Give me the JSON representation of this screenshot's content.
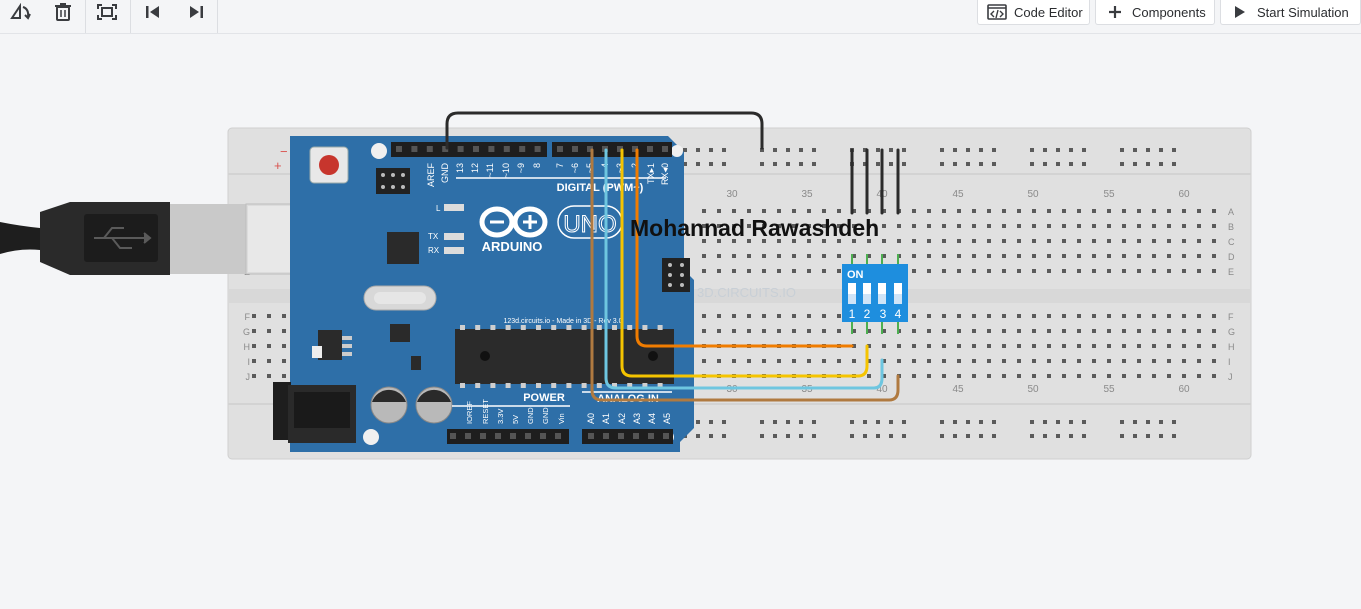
{
  "toolbar": {
    "rotate_icon": "rotate-icon",
    "delete_icon": "trash-icon",
    "fit_icon": "fit-to-view-icon",
    "prev_icon": "skip-back-icon",
    "next_icon": "skip-forward-icon",
    "code_editor_label": "Code Editor",
    "components_label": "Components",
    "start_simulation_label": "Start Simulation"
  },
  "canvas": {
    "author_label": "Mohannad Rawashdeh",
    "watermark": "3D.CIRCUITS.IO"
  },
  "arduino": {
    "brand": "ARDUINO",
    "model": "UNO",
    "digital_label": "DIGITAL (PWM~)",
    "power_label": "POWER",
    "analog_label": "ANALOG IN",
    "made_in": "123d.circuits.io - Made in 3D - Rev 3.0",
    "led_l": "L",
    "led_tx": "TX",
    "led_rx": "RX",
    "header_top": [
      "AREF",
      "GND",
      "13",
      "12",
      "~11",
      "~10",
      "~9",
      "8",
      "",
      "7",
      "~6",
      "~5",
      "4",
      "~3",
      "2",
      "TX▸1",
      "RX◂0"
    ],
    "header_power": [
      "IOREF",
      "RESET",
      "3.3V",
      "5V",
      "GND",
      "GND",
      "Vin"
    ],
    "header_analog": [
      "A0",
      "A1",
      "A2",
      "A3",
      "A4",
      "A5"
    ]
  },
  "breadboard": {
    "column_numbers": [
      "30",
      "35",
      "40",
      "45",
      "50",
      "55",
      "60"
    ],
    "rows_top": [
      "A",
      "B",
      "C",
      "D",
      "E"
    ],
    "rows_bottom": [
      "F",
      "G",
      "H",
      "I",
      "J"
    ],
    "rail_minus": "−",
    "rail_plus": "+"
  },
  "dip_switch": {
    "on_label": "ON",
    "switch_numbers": [
      "1",
      "2",
      "3",
      "4"
    ]
  },
  "colors": {
    "arduino_blue": "#2e6fa8",
    "wire_black": "#2b2b2b",
    "wire_orange": "#f07c00",
    "wire_yellow": "#f5c400",
    "wire_cyan": "#6ec6e0",
    "wire_brown": "#b07a40",
    "dip_blue": "#1e8ede"
  }
}
